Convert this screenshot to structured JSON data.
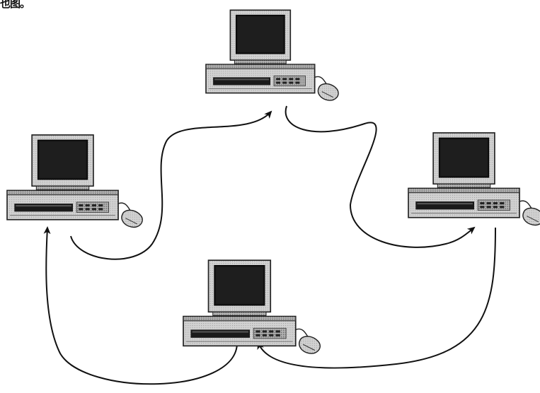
{
  "corner_text": "也图。",
  "diagram": {
    "type": "ring-network",
    "nodes": [
      {
        "id": "top",
        "icon": "desktop-computer-icon"
      },
      {
        "id": "left",
        "icon": "desktop-computer-icon"
      },
      {
        "id": "right",
        "icon": "desktop-computer-icon"
      },
      {
        "id": "bottom",
        "icon": "desktop-computer-icon"
      }
    ],
    "links": [
      {
        "from": "top",
        "to": "right"
      },
      {
        "from": "right",
        "to": "bottom"
      },
      {
        "from": "bottom",
        "to": "left"
      },
      {
        "from": "left",
        "to": "top"
      }
    ]
  }
}
